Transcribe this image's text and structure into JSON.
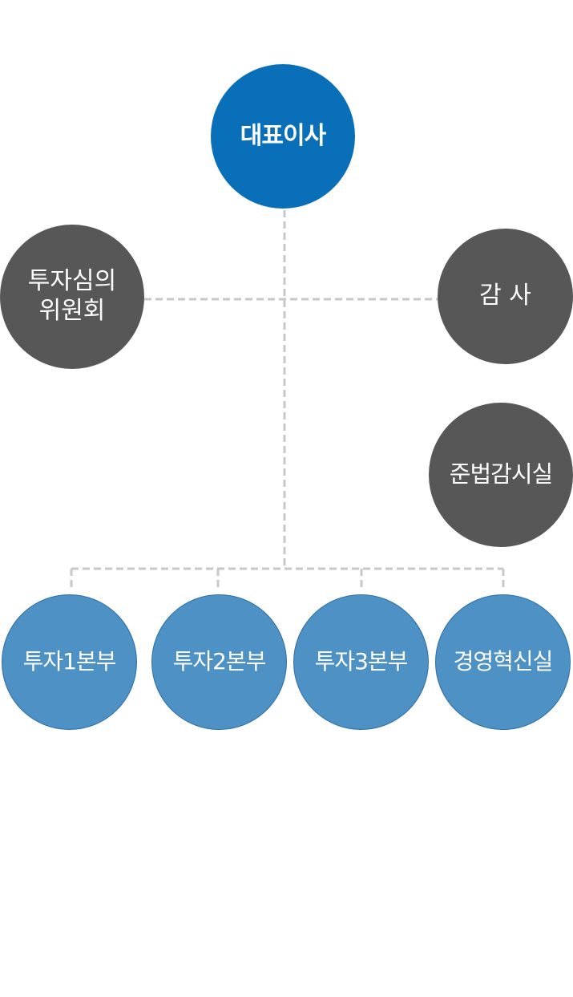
{
  "org_chart": {
    "ceo": {
      "label": "대표이사"
    },
    "committee": {
      "lines": [
        "투자심의",
        "위원회"
      ]
    },
    "audit": {
      "label": "감 사"
    },
    "compliance": {
      "label": "준법감시실"
    },
    "divisions": [
      {
        "label": "투자1본부"
      },
      {
        "label": "투자2본부"
      },
      {
        "label": "투자3본부"
      },
      {
        "label": "경영혁신실"
      }
    ]
  },
  "colors": {
    "ceo": "#086fb8",
    "staff": "#575757",
    "division": "#4e91c4",
    "connector": "#c8c8c8"
  }
}
